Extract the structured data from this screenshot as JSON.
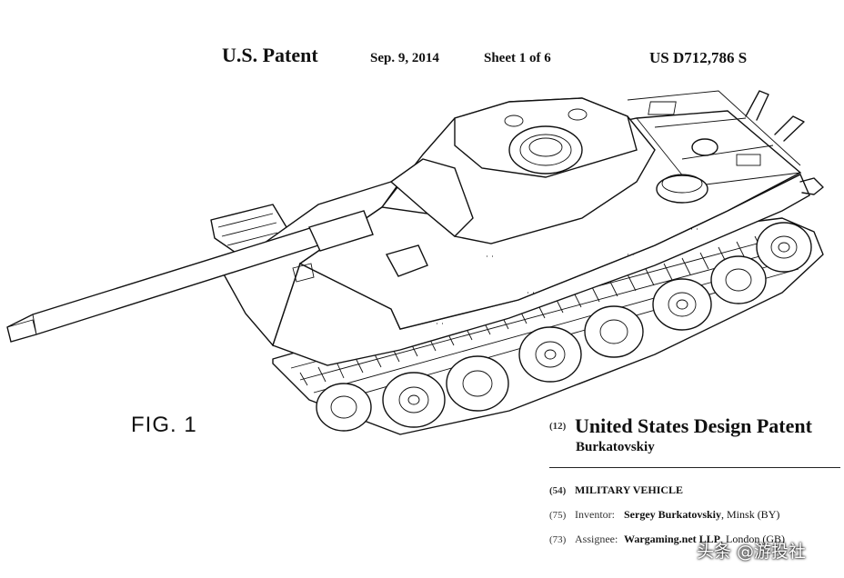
{
  "header": {
    "label": "U.S. Patent",
    "date": "Sep. 9, 2014",
    "sheet": "Sheet 1 of 6",
    "patent_number": "US D712,786 S"
  },
  "figure_label": "FIG. 1",
  "bibliography": {
    "title_code": "(12)",
    "title": "United States Design Patent",
    "author": "Burkatovskiy",
    "title_field": {
      "code": "(54)",
      "value": "MILITARY VEHICLE"
    },
    "inventor": {
      "code": "(75)",
      "label": "Inventor:",
      "name": "Sergey Burkatovskiy",
      "location": ", Minsk (BY)"
    },
    "assignee": {
      "code": "(73)",
      "label": "Assignee:",
      "name": "Wargaming.net LLP",
      "location": ", London (GB)"
    }
  },
  "watermark": "头条 @游投社"
}
